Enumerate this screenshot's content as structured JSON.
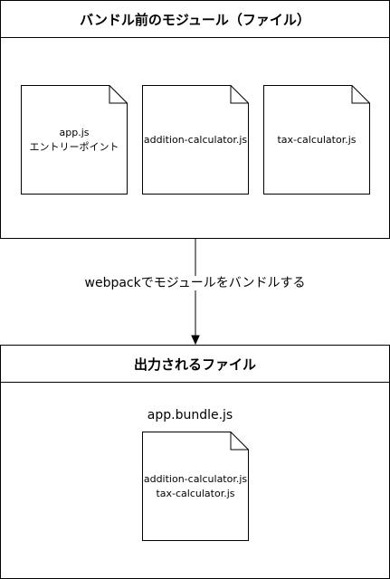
{
  "before_frame": {
    "title": "バンドル前のモジュール（ファイル）",
    "files": [
      {
        "lines": [
          "app.js",
          "エントリーポイント"
        ]
      },
      {
        "lines": [
          "addition-calculator.js"
        ]
      },
      {
        "lines": [
          "tax-calculator.js"
        ]
      }
    ]
  },
  "edge": {
    "label": "webpackでモジュールをバンドルする"
  },
  "output_frame": {
    "title": "出力されるファイル",
    "bundle_name": "app.bundle.js",
    "bundle_contents": [
      "addition-calculator.js",
      "tax-calculator.js"
    ]
  },
  "colors": {
    "stroke": "#000000",
    "fill": "#ffffff"
  }
}
